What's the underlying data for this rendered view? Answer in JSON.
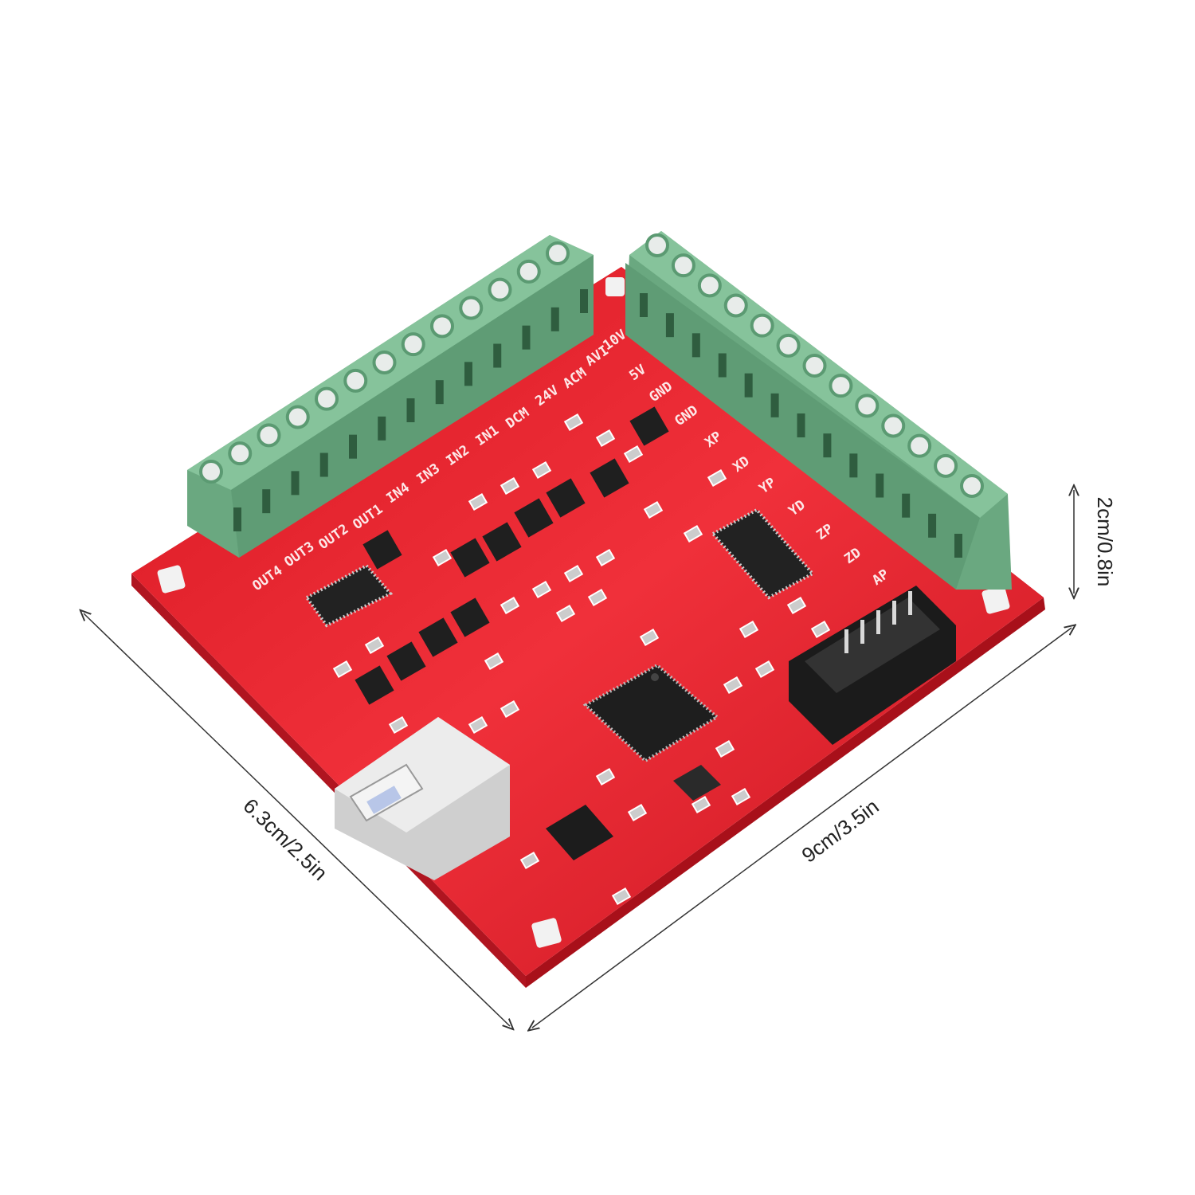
{
  "product": {
    "left_terminal_labels": [
      "OUT4",
      "OUT3",
      "OUT2",
      "OUT1",
      "IN4",
      "IN3",
      "IN2",
      "IN1",
      "DCM",
      "24V",
      "ACM",
      "AVI",
      "10V"
    ],
    "right_terminal_labels": [
      "5V",
      "GND",
      "GND",
      "XP",
      "XD",
      "YP",
      "YD",
      "ZP",
      "ZD",
      "AP"
    ]
  },
  "dimensions": {
    "depth": "6.3cm/2.5in",
    "width": "9cm/3.5in",
    "height": "2cm/0.8in"
  },
  "colors": {
    "pcb": "#e0202a",
    "terminal": "#6fae84",
    "chip": "#222222",
    "usb": "#d9d9d9"
  }
}
